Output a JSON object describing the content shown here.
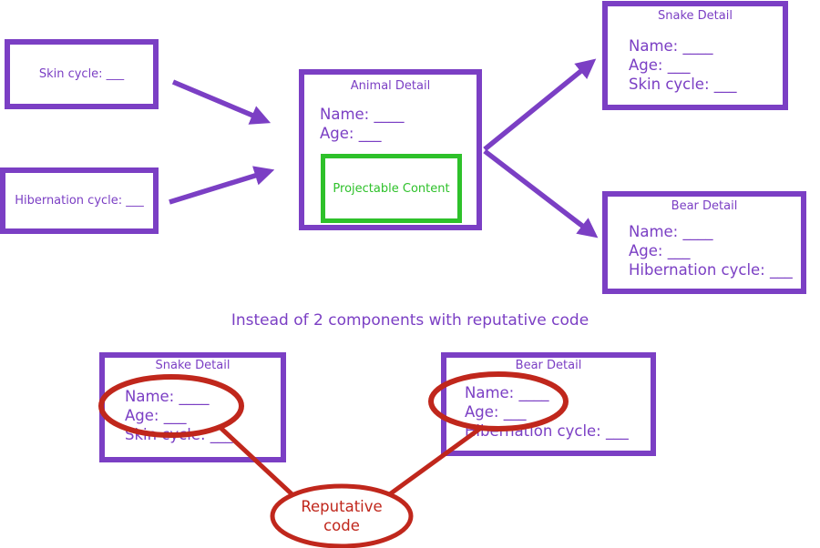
{
  "colors": {
    "purple": "#7b3fc4",
    "green": "#2ec12a",
    "red": "#c0271c"
  },
  "inputs": {
    "skin": "Skin cycle: ___",
    "hibernation": "Hibernation cycle: ___"
  },
  "animal": {
    "title": "Animal Detail",
    "name": "Name: ____",
    "age": "Age: ___",
    "projectable": "Projectable Content"
  },
  "snake_top": {
    "title": "Snake Detail",
    "name": "Name: ____",
    "age": "Age: ___",
    "extra": "Skin cycle: ___"
  },
  "bear_top": {
    "title": "Bear Detail",
    "name": "Name: ____",
    "age": "Age: ___",
    "extra": "Hibernation cycle: ___"
  },
  "caption": "Instead of 2 components with reputative code",
  "snake_bottom": {
    "title": "Snake Detail",
    "name": "Name: ____",
    "age": "Age: ___",
    "extra": "Skin cycle: ___"
  },
  "bear_bottom": {
    "title": "Bear Detail",
    "name": "Name: ____",
    "age": "Age: ___",
    "extra": "Hibernation cycle: ___"
  },
  "callout": {
    "line1": "Reputative",
    "line2": "code"
  }
}
